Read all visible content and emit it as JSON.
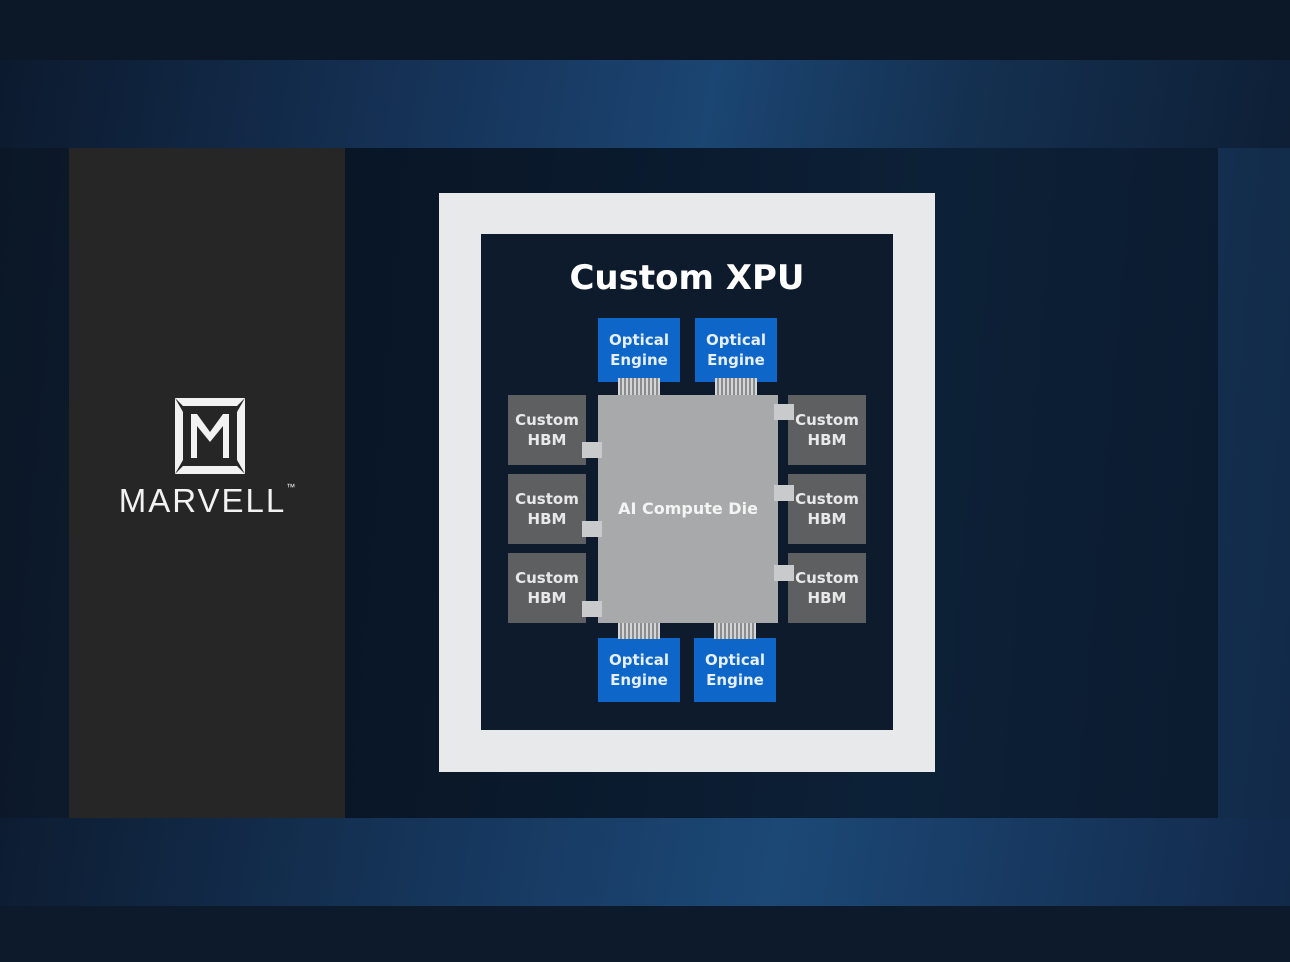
{
  "brand": {
    "name": "MARVELL",
    "trademark": "™"
  },
  "diagram": {
    "title": "Custom XPU",
    "compute_die": "AI Compute Die",
    "optical_engine": {
      "line1": "Optical",
      "line2": "Engine"
    },
    "custom_hbm": {
      "line1": "Custom",
      "line2": "HBM"
    }
  },
  "colors": {
    "optical_engine": "#0d66c8",
    "custom_hbm": "#5e5f61",
    "compute_die": "#a8a9aa",
    "frame": "#e8e9ea",
    "brand_panel": "#262626"
  },
  "icons": {
    "logo": "marvell-logo-icon"
  }
}
